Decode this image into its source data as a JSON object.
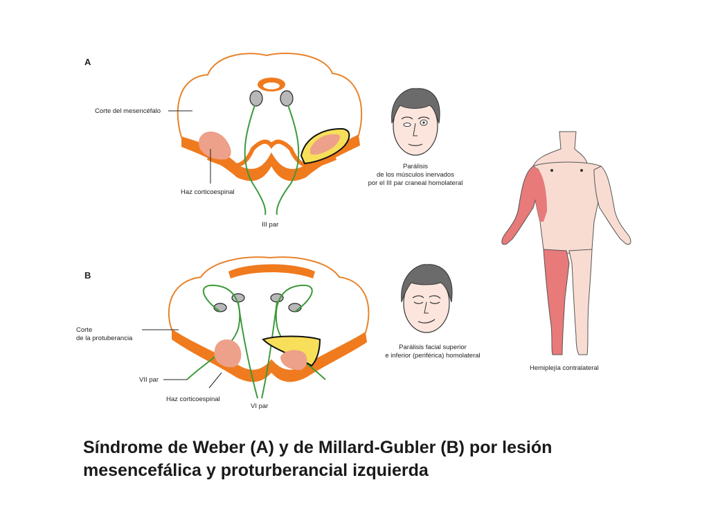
{
  "panel_a": {
    "letter": "A",
    "label_section": "Corte del mesencéfalo",
    "label_tract": "Haz corticoespinal",
    "label_nerve": "III par",
    "face_caption": [
      "Parálisis",
      "de los músculos inervados",
      "por el III par craneal homolateral"
    ]
  },
  "panel_b": {
    "letter": "B",
    "label_section": [
      "Corte",
      "de la protuberancia"
    ],
    "label_nerve7": "VII par",
    "label_tract": "Haz corticoespinal",
    "label_nerve6": "VI par",
    "face_caption": [
      "Parálisis facial superior",
      "e inferior (periférica) homolateral"
    ]
  },
  "body_caption": "Hemiplejía contralateral",
  "caption": {
    "line1": "Síndrome de Weber (A) y de Millard-Gubler (B) por lesión",
    "line2": "mesencefálica y proturberancial izquierda"
  },
  "colors": {
    "outline_orange": "#e8822a",
    "band_orange": "#f07a1e",
    "lesion_salmon": "#eda08a",
    "lesion_yellow": "#f7df5a",
    "nerve_green": "#3a9a3a",
    "nucleus_gray": "#b8b8b8",
    "paralysis_red": "#e87a7a",
    "skin": "#f8dcd2"
  }
}
